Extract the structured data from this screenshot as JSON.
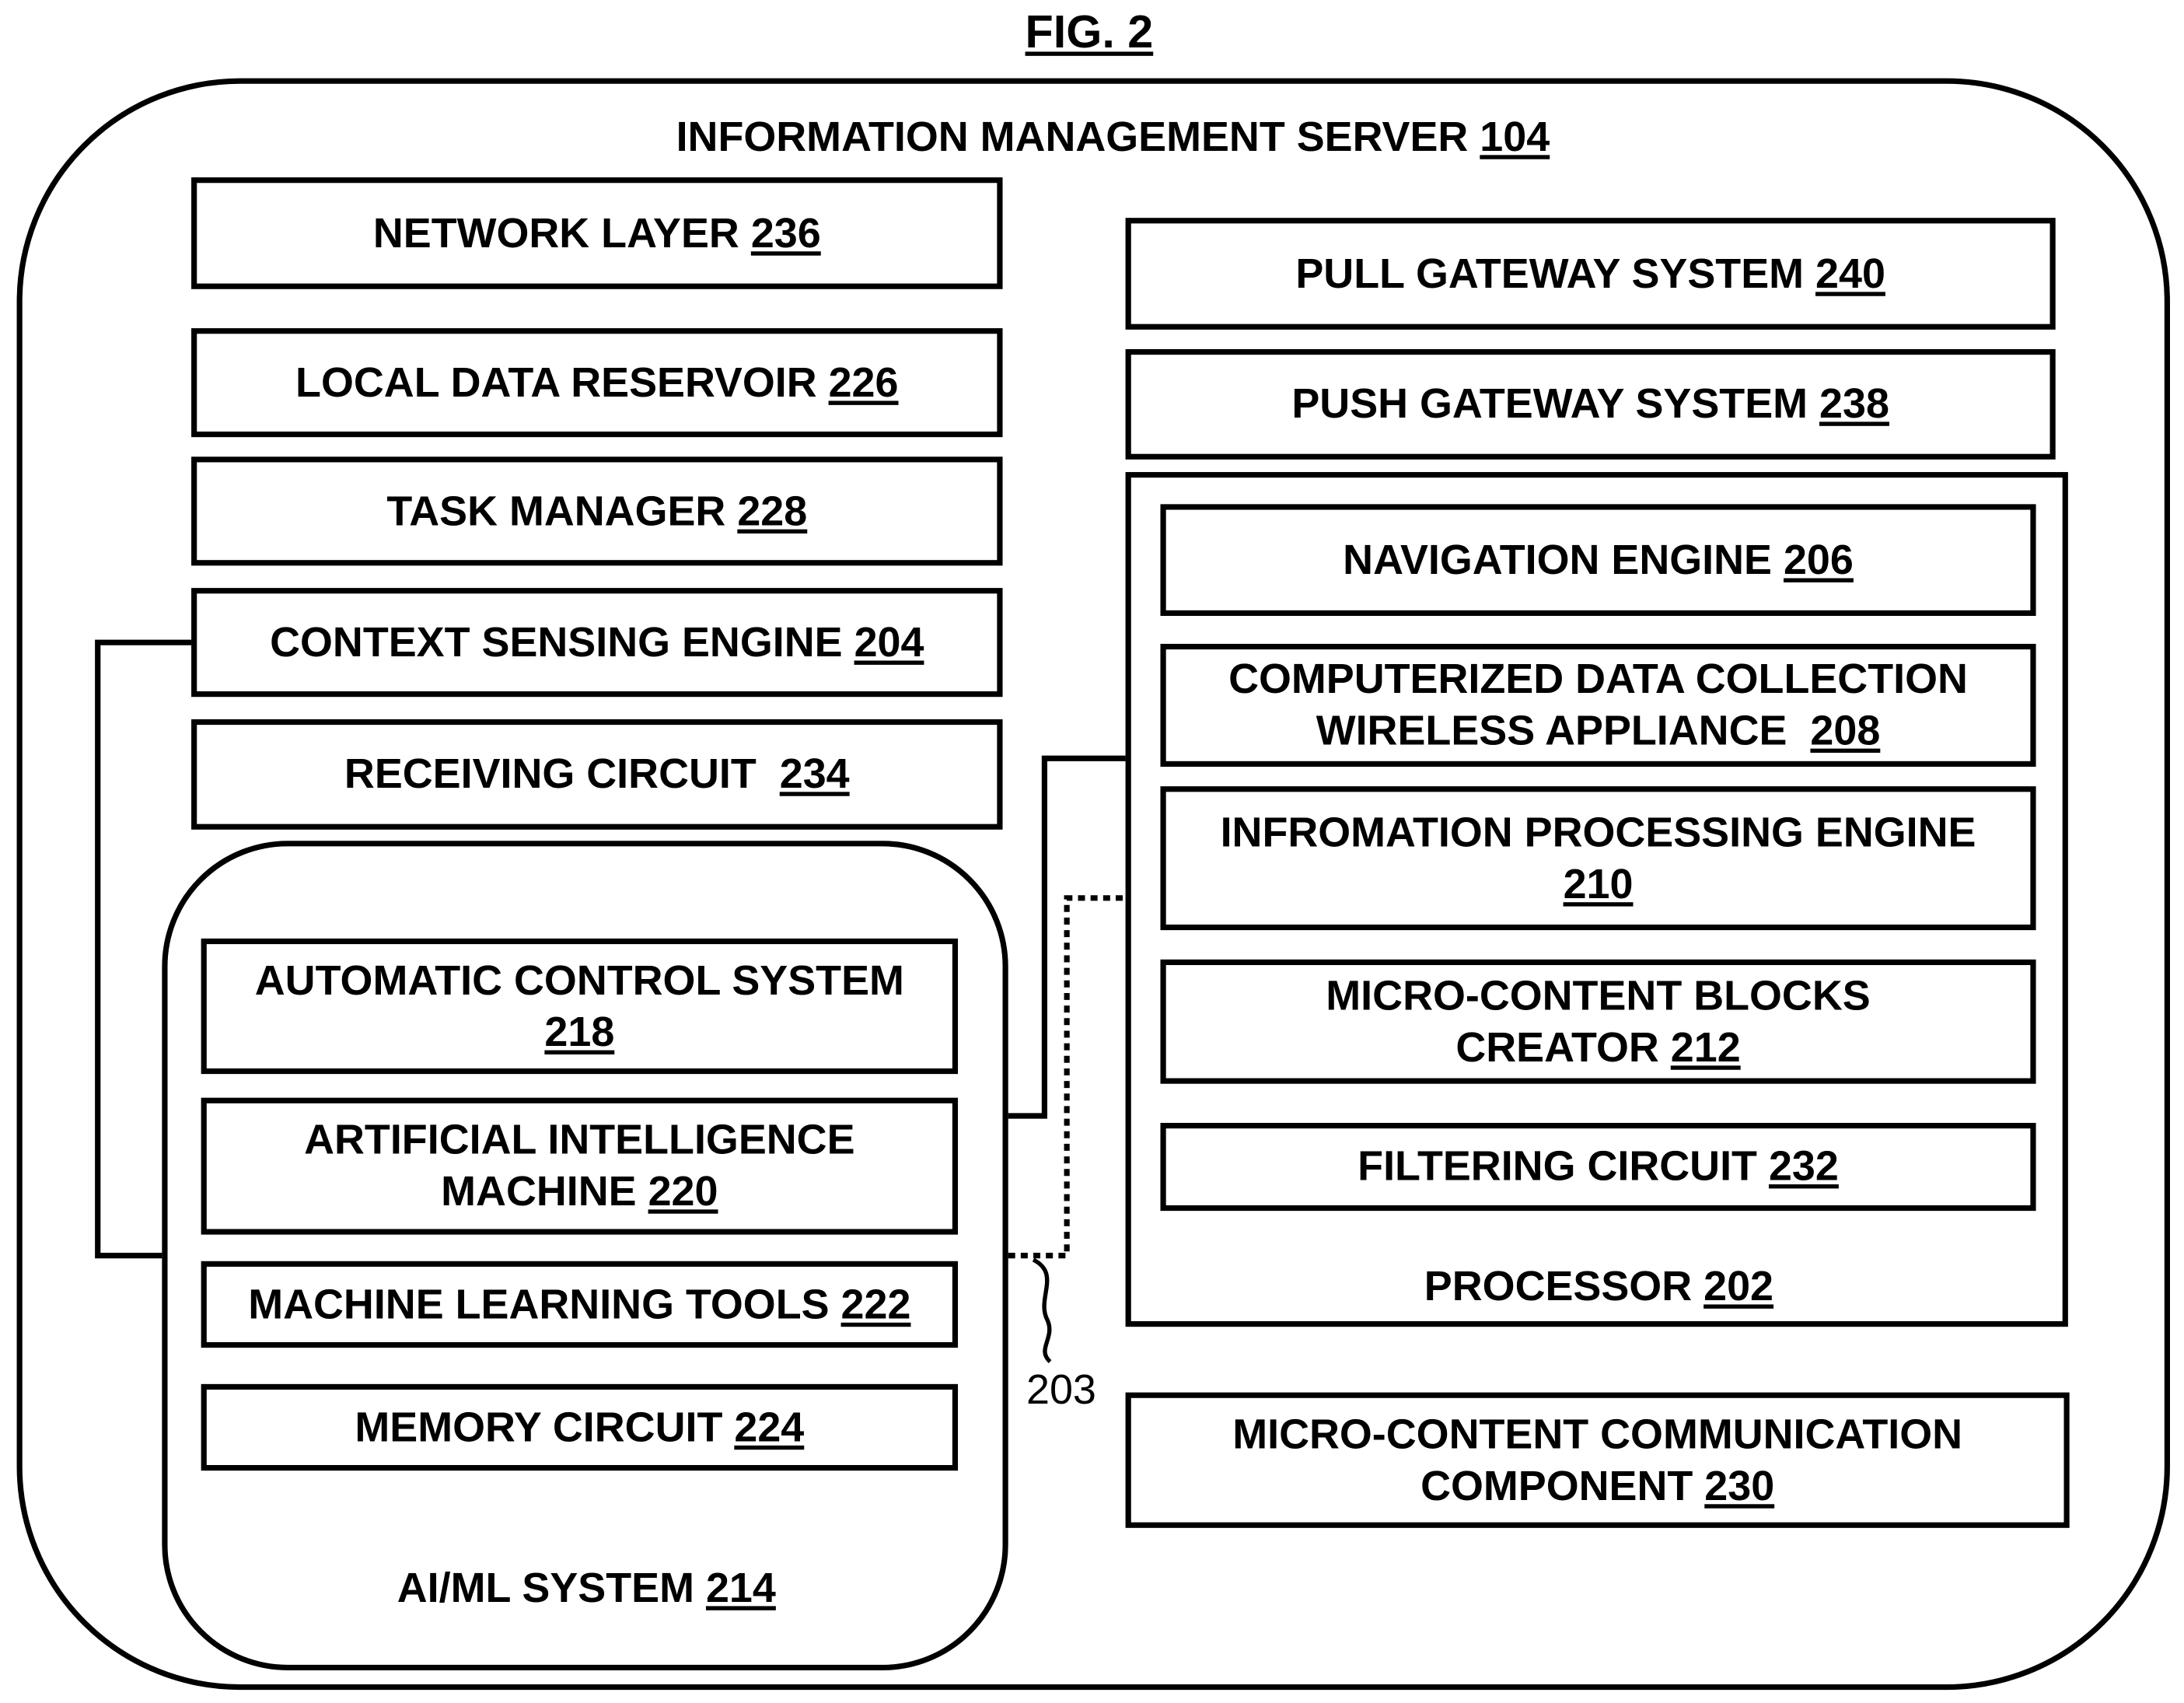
{
  "figure_title": "FIG. 2",
  "server": {
    "label": "INFORMATION MANAGEMENT SERVER",
    "ref": "104"
  },
  "left_boxes": {
    "network_layer": {
      "label": "NETWORK LAYER",
      "ref": "236"
    },
    "local_data_reservoir": {
      "label": "LOCAL DATA RESERVOIR",
      "ref": "226"
    },
    "task_manager": {
      "label": "TASK MANAGER",
      "ref": "228"
    },
    "context_sensing_engine": {
      "label": "CONTEXT SENSING ENGINE",
      "ref": "204"
    },
    "receiving_circuit": {
      "label": "RECEIVING CIRCUIT",
      "ref": "234"
    }
  },
  "aiml": {
    "label": "AI/ML SYSTEM",
    "ref": "214",
    "automatic_control": {
      "line1": "AUTOMATIC CONTROL SYSTEM",
      "ref": "218"
    },
    "artificial_intelligence": {
      "line1": "ARTIFICIAL INTELLIGENCE",
      "line2": "MACHINE",
      "ref": "220"
    },
    "machine_learning": {
      "label": "MACHINE LEARNING TOOLS",
      "ref": "222"
    },
    "memory_circuit": {
      "label": "MEMORY CIRCUIT",
      "ref": "224"
    }
  },
  "right_boxes": {
    "pull_gateway": {
      "label": "PULL GATEWAY SYSTEM",
      "ref": "240"
    },
    "push_gateway": {
      "label": "PUSH GATEWAY SYSTEM",
      "ref": "238"
    },
    "micro_content_comm": {
      "line1": "MICRO-CONTENT COMMUNICATION",
      "line2": "COMPONENT",
      "ref": "230"
    }
  },
  "processor": {
    "label": "PROCESSOR",
    "ref": "202",
    "navigation_engine": {
      "label": "NAVIGATION ENGINE",
      "ref": "206"
    },
    "data_collection": {
      "line1": "COMPUTERIZED DATA COLLECTION",
      "line2": "WIRELESS APPLIANCE",
      "ref": "208"
    },
    "info_processing": {
      "line1": "INFROMATION PROCESSING ENGINE",
      "ref": "210"
    },
    "micro_content_blocks": {
      "line1": "MICRO-CONTENT BLOCKS",
      "line2": "CREATOR",
      "ref": "212"
    },
    "filtering_circuit": {
      "label": "FILTERING CIRCUIT",
      "ref": "232"
    }
  },
  "bus_ref": "203"
}
